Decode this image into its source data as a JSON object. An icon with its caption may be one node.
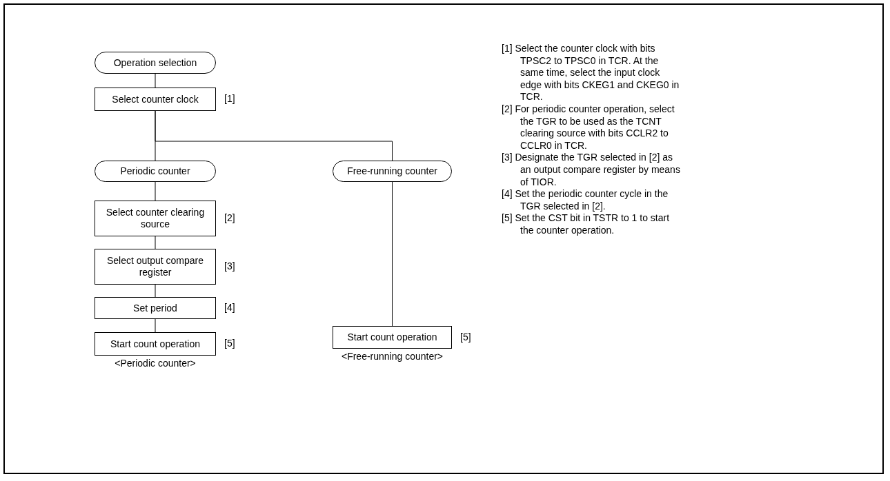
{
  "diagram": {
    "nodes": [
      {
        "text": [
          "Operation selection"
        ]
      },
      {
        "text": [
          "Select counter clock"
        ],
        "beside": [
          "[1]"
        ]
      },
      {
        "text": [
          "Periodic counter"
        ]
      },
      {
        "text": [
          "Free-running counter"
        ]
      },
      {
        "text": [
          "Select counter clearing source"
        ],
        "beside": [
          "[2]"
        ]
      },
      {
        "text": [
          "Select output compare register"
        ],
        "beside": [
          "[3]"
        ]
      },
      {
        "text": [
          "Set period"
        ],
        "beside": [
          "[4]"
        ]
      },
      {
        "text": [
          "Start count operation"
        ],
        "beside": [
          "[5]",
          "<Periodic counter>"
        ]
      },
      {
        "text": [
          "Start count operation"
        ],
        "beside": [
          "[5]",
          "<Free-running counter>"
        ]
      }
    ],
    "edges": [
      {
        "from": 0,
        "to": 1,
        "arrow": "none"
      },
      {
        "from": 1,
        "to": 2,
        "arrow": "none"
      },
      {
        "from": 1,
        "to": 3,
        "arrow": "none"
      },
      {
        "from": 2,
        "to": 4,
        "arrow": "none"
      },
      {
        "from": 4,
        "to": 5,
        "arrow": "none"
      },
      {
        "from": 5,
        "to": 6,
        "arrow": "none"
      },
      {
        "from": 6,
        "to": 7,
        "arrow": "none"
      },
      {
        "from": 3,
        "to": 8,
        "arrow": "none"
      }
    ],
    "labels": [
      "[1] Select the counter clock with bits TPSC2 to TPSC0 in TCR. At the same time, select the input clock edge with bits CKEG1 and CKEG0 in TCR.",
      "[2] For periodic counter operation, select the TGR to be used as the TCNT clearing source with bits CCLR2 to CCLR0 in TCR.",
      "[3] Designate the TGR selected in [2] as an output compare register by means of TIOR.",
      "[4] Set the periodic counter cycle in the TGR selected in [2].",
      "[5] Set the CST bit in TSTR to 1 to start the counter operation."
    ]
  }
}
